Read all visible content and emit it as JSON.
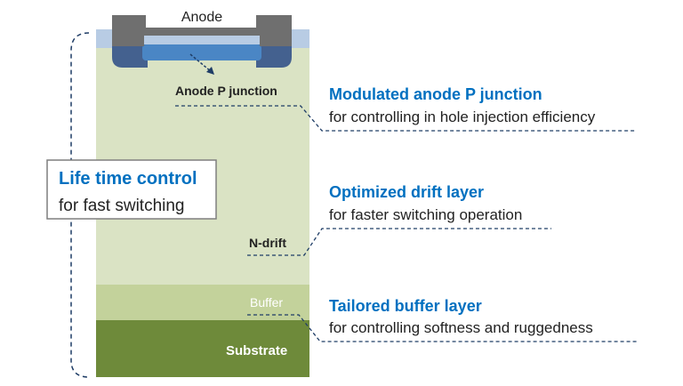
{
  "labels": {
    "anode": "Anode",
    "anode_p_junction": "Anode P junction",
    "n_drift": "N-drift",
    "buffer": "Buffer",
    "substrate": "Substrate"
  },
  "life_time_box": {
    "title": "Life time control",
    "subtitle": "for fast switching"
  },
  "callouts": [
    {
      "title": "Modulated anode P junction",
      "subtitle": "for controlling in hole injection efficiency"
    },
    {
      "title": "Optimized drift layer",
      "subtitle": "for faster switching operation"
    },
    {
      "title": "Tailored buffer layer",
      "subtitle": "for controlling softness and ruggedness"
    }
  ],
  "colors": {
    "accent_blue": "#0070c0",
    "drift": "#dae3c4",
    "buffer": "#c3d29b",
    "substrate": "#6e8a3a",
    "metal": "#6f6f6f",
    "oxide": "#b8cce4",
    "p_region": "#44618f",
    "p_plus": "#4a86c5",
    "dash_line": "#1f3d66"
  }
}
